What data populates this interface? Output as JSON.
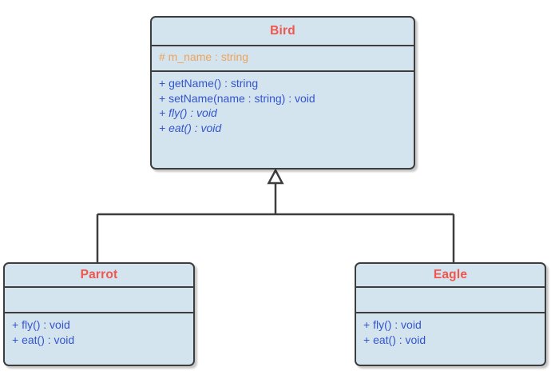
{
  "diagram": {
    "type": "uml-class-diagram",
    "relationship": "generalization",
    "colors": {
      "class_fill": "#d4e4ef",
      "border": "#3d3d3d",
      "class_name": "#f0564d",
      "attribute": "#eba45c",
      "operation": "#3355cc",
      "connector": "#3d3d3d",
      "background": "#ffffff"
    }
  },
  "classes": {
    "bird": {
      "name": "Bird",
      "attributes": [
        {
          "text": "# m_name : string",
          "abstract": false
        }
      ],
      "operations": [
        {
          "text": "+ getName() : string",
          "abstract": false
        },
        {
          "text": "+ setName(name : string) : void",
          "abstract": false
        },
        {
          "text": "+ fly() : void",
          "abstract": true
        },
        {
          "text": "+ eat() : void",
          "abstract": true
        }
      ]
    },
    "parrot": {
      "name": "Parrot",
      "attributes": [],
      "operations": [
        {
          "text": "+ fly() : void",
          "abstract": false
        },
        {
          "text": "+ eat() : void",
          "abstract": false
        }
      ]
    },
    "eagle": {
      "name": "Eagle",
      "attributes": [],
      "operations": [
        {
          "text": "+ fly() : void",
          "abstract": false
        },
        {
          "text": "+ eat() : void",
          "abstract": false
        }
      ]
    }
  },
  "connections": [
    {
      "from": "Parrot",
      "to": "Bird",
      "kind": "generalization"
    },
    {
      "from": "Eagle",
      "to": "Bird",
      "kind": "generalization"
    }
  ]
}
